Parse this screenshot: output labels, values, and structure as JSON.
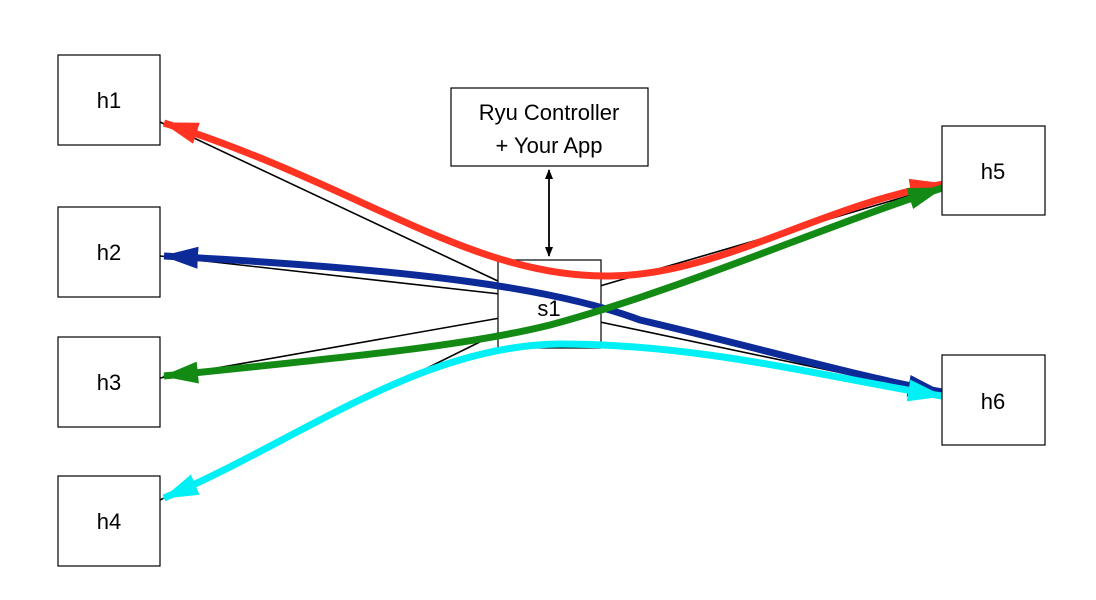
{
  "hosts": [
    {
      "id": "h1",
      "label": "h1"
    },
    {
      "id": "h2",
      "label": "h2"
    },
    {
      "id": "h3",
      "label": "h3"
    },
    {
      "id": "h4",
      "label": "h4"
    },
    {
      "id": "h5",
      "label": "h5"
    },
    {
      "id": "h6",
      "label": "h6"
    }
  ],
  "switch": {
    "label": "s1"
  },
  "controller": {
    "line1": "Ryu Controller",
    "line2": "+ Your App"
  },
  "flows": [
    {
      "name": "red",
      "color": "#ff3322",
      "from": "h1",
      "to": "h5"
    },
    {
      "name": "blue",
      "color": "#0d2a99",
      "from": "h2",
      "to": "h6"
    },
    {
      "name": "green",
      "color": "#138a13",
      "from": "h3",
      "to": "h5"
    },
    {
      "name": "cyan",
      "color": "#00f0f5",
      "from": "h4",
      "to": "h6"
    }
  ]
}
